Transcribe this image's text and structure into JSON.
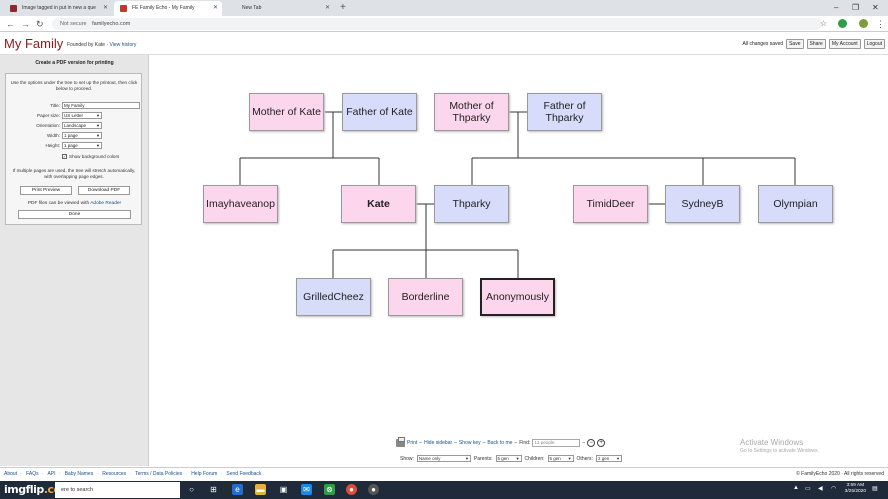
{
  "browser": {
    "tabs": [
      {
        "label": "Image tagged in put in new a que",
        "active": false
      },
      {
        "label": "FE Family Echo - My Family",
        "active": true
      },
      {
        "label": "New Tab",
        "active": false
      }
    ],
    "url_prefix": "Not secure",
    "url": "familyecho.com"
  },
  "header": {
    "title": "My Family",
    "founded_text": "Founded by Kate · ",
    "founded_link": "View history",
    "status": "All changes saved",
    "buttons": [
      "Save",
      "Share",
      "My Account",
      "Logout"
    ]
  },
  "sidebar": {
    "title": "Create a PDF version for printing",
    "intro": "Use the options under the tree to set up the printout, then click below to proceed.",
    "fields": [
      {
        "label": "Title:",
        "value": "My Family"
      },
      {
        "label": "Paper size:",
        "value": "US Letter"
      },
      {
        "label": "Orientation:",
        "value": "Landscape"
      },
      {
        "label": "Width:",
        "value": "1 page"
      },
      {
        "label": "Height:",
        "value": "1 page"
      }
    ],
    "check_label": "Show background colors",
    "multi_note": "If multiple pages are used, the tree will stretch automatically, with overlapping page edges.",
    "print_preview": "Print Preview",
    "download_pdf": "Download PDF",
    "adobe_text": "PDF files can be viewed with ",
    "adobe_link": "Adobe Reader",
    "done": "Done"
  },
  "tree": {
    "people": {
      "mother_kate": "Mother of Kate",
      "father_kate": "Father of Kate",
      "mother_thparky": "Mother of Thparky",
      "father_thparky": "Father of Thparky",
      "imayhaveanop": "Imayhaveanop",
      "kate": "Kate",
      "thparky": "Thparky",
      "timiddeer": "TimidDeer",
      "sydneyb": "SydneyB",
      "olympian": "Olympian",
      "grilledcheez": "GrilledCheez",
      "borderline": "Borderline",
      "anonymously": "Anonymously"
    }
  },
  "bottom": {
    "print": "Print",
    "hide_sidebar": "Hide sidebar",
    "show_key": "Show key",
    "back_to_me": "Back to me",
    "find_label": "Find:",
    "find_placeholder": "13 people",
    "show_label": "Show:",
    "show_value": "Name only",
    "parents_label": "Parents:",
    "parents_value": "5 gen",
    "children_label": "Children:",
    "children_value": "5 gen",
    "others_label": "Others:",
    "others_value": "2 gen"
  },
  "watermark": {
    "line1": "Activate Windows",
    "line2": "Go to Settings to activate Windows."
  },
  "footer": {
    "links": [
      "About",
      "FAQs",
      "API",
      "Baby Names",
      "Resources",
      "Terms / Data Policies",
      "Help Forum",
      "Send Feedback"
    ],
    "copyright": "© FamilyEcho 2020 · All rights reserved"
  },
  "taskbar": {
    "logo": "imgflip",
    "logo_suffix": ".com",
    "search_text": "ere to search",
    "time": "3:59 AM",
    "date": "3/25/2020"
  }
}
